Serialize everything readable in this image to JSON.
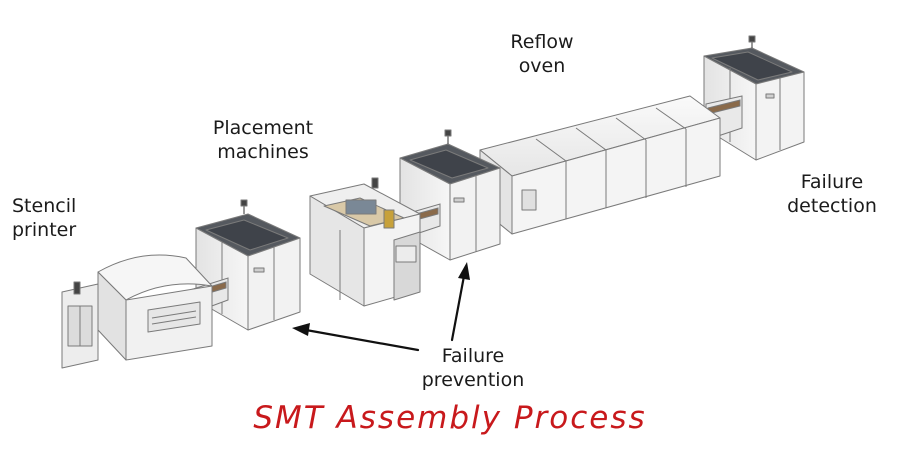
{
  "labels": {
    "reflow_line1": "Reflow",
    "reflow_line2": "oven",
    "placement_line1": "Placement",
    "placement_line2": "machines",
    "stencil_line1": "Stencil",
    "stencil_line2": "printer",
    "failure_detection_line1": "Failure",
    "failure_detection_line2": "detection",
    "failure_prevention_line1": "Failure",
    "failure_prevention_line2": "prevention"
  },
  "caption": "SMT Assembly Process",
  "colors": {
    "caption": "#c8191c",
    "machine_panel": "#f1f1f1",
    "machine_outline": "#7a7a7a",
    "roof_panel": "#5a5e66",
    "arrow": "#111111"
  }
}
